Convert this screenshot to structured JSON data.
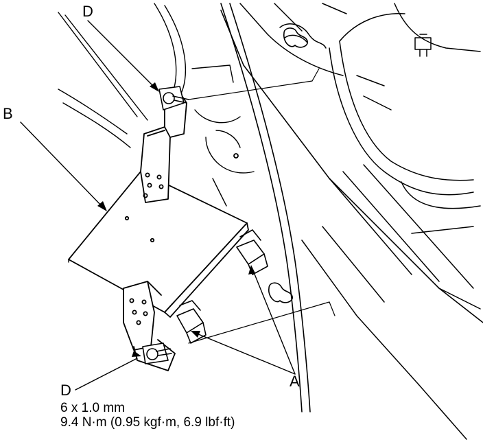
{
  "callouts": {
    "a": "A",
    "b": "B",
    "d_top": "D",
    "d_bottom": "D"
  },
  "spec": {
    "bolt_size": "6 x 1.0 mm",
    "torque": "9.4 N·m (0.95 kgf·m, 6.9 lbf·ft)"
  }
}
